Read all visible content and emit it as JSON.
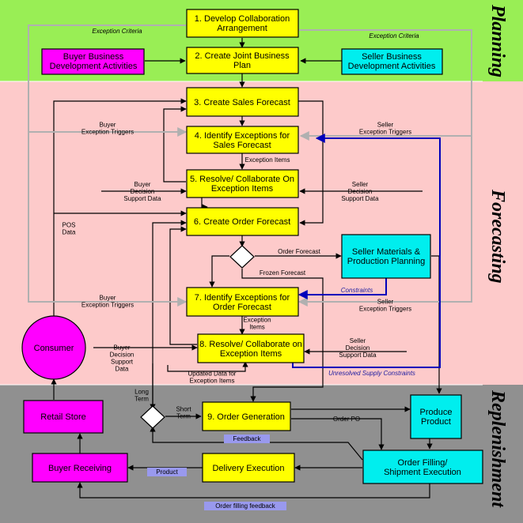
{
  "colors": {
    "planning_band": "#99ee55",
    "forecasting_band": "#fdcaca",
    "replenishment_band": "#909090",
    "process_box": "#ffff00",
    "buyer_box": "#ff00ff",
    "seller_box": "#00eeee",
    "feedback_label": "#9999ee",
    "constraint_line": "#0000bb",
    "trigger_line": "#b0b0b0"
  },
  "lanes": {
    "planning": "Planning",
    "forecasting": "Forecasting",
    "replenishment": "Replenishment"
  },
  "boxes": {
    "step1": [
      "1. Develop Collaboration",
      "Arrangement"
    ],
    "step2": [
      "2. Create Joint Business",
      "Plan"
    ],
    "step3": [
      "3. Create Sales Forecast"
    ],
    "step4": [
      "4. Identify Exceptions for",
      "Sales Forecast"
    ],
    "step5": [
      "5. Resolve/ Collaborate On",
      "Exception Items"
    ],
    "step6": [
      "6. Create Order Forecast"
    ],
    "step7": [
      "7. Identify Exceptions for",
      "Order Forecast"
    ],
    "step8": [
      "8. Resolve/ Collaborate on",
      "Exception Items"
    ],
    "step9": [
      "9. Order Generation"
    ],
    "buyer_bd": [
      "Buyer Business",
      "Development Activities"
    ],
    "seller_bd": [
      "Seller Business",
      "Development Activities"
    ],
    "seller_mpp": [
      "Seller Materials &",
      "Production Planning"
    ],
    "consumer": [
      "Consumer"
    ],
    "retail": [
      "Retail Store"
    ],
    "buyer_recv": [
      "Buyer Receiving"
    ],
    "delivery": [
      "Delivery Execution"
    ],
    "produce": [
      "Produce",
      "Product"
    ],
    "filling": [
      "Order Filling/",
      "Shipment Execution"
    ]
  },
  "labels": {
    "exc_criteria_left": [
      "Exception Criteria"
    ],
    "exc_criteria_right": [
      "Exception Criteria"
    ],
    "buyer_trig_1": [
      "Buyer",
      "Exception Triggers"
    ],
    "seller_trig_1": [
      "Seller",
      "Exception Triggers"
    ],
    "exc_items_1": [
      "Exception Items"
    ],
    "buyer_dsd_1": [
      "Buyer",
      "Decision",
      "Support Data"
    ],
    "seller_dsd_1": [
      "Seller",
      "Decision",
      "Support Data"
    ],
    "pos_data": [
      "POS",
      "Data"
    ],
    "order_forecast": [
      "Order Forecast"
    ],
    "frozen_forecast": [
      "Frozen Forecast"
    ],
    "constraints": [
      "Constraints"
    ],
    "buyer_trig_2": [
      "Buyer",
      "Exception Triggers"
    ],
    "seller_trig_2": [
      "Seller",
      "Exception Triggers"
    ],
    "exc_items_2": [
      "Exception",
      "Items"
    ],
    "buyer_dsd_2": [
      "Buyer",
      "Decision",
      "Support",
      "Data"
    ],
    "seller_dsd_2": [
      "Seller",
      "Decision",
      "Support Data"
    ],
    "updated_data": [
      "Updated Data for",
      "Exception Items"
    ],
    "unresolved": [
      "Unresolved Supply Constraints"
    ],
    "long_term": [
      "Long",
      "Term"
    ],
    "short_term": [
      "Short",
      "Term"
    ],
    "order_po": [
      "Order PO"
    ],
    "feedback": [
      "Feedback"
    ],
    "product": [
      "Product"
    ],
    "order_filling_fb": [
      "Order filling feedback"
    ]
  }
}
